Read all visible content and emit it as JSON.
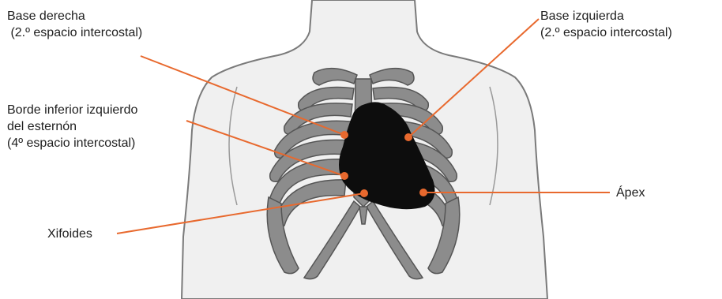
{
  "labels": {
    "base_derecha": [
      "Base derecha",
      " (2.º espacio intercostal)"
    ],
    "base_izquierda": [
      "Base izquierda",
      "(2.º espacio intercostal)"
    ],
    "borde_inferior": [
      "Borde inferior izquierdo",
      "del esternón",
      "(4º espacio intercostal)"
    ],
    "apex": "Ápex",
    "xifoides": "Xifoides"
  },
  "colors": {
    "body_fill": "#f0f0f0",
    "body_stroke": "#7a7a7a",
    "rib_fill": "#8c8c8c",
    "rib_stroke": "#555555",
    "heart": "#0d0d0d",
    "pointer": "#e8692e"
  }
}
